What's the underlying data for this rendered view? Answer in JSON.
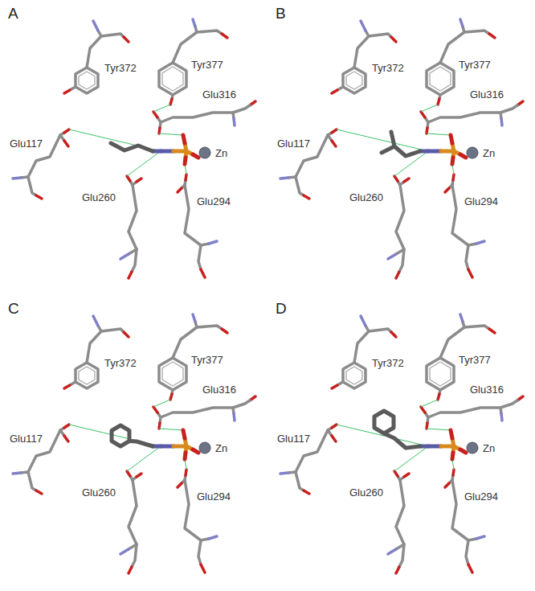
{
  "diagram": {
    "labels": [
      "A",
      "Tyr372",
      "Tyr377",
      "Glu316",
      "Glu117",
      "Zn",
      "Glu260",
      "Glu294",
      "B",
      "Tyr372",
      "Tyr377",
      "Glu316",
      "Glu117",
      "Zn",
      "Glu260",
      "Glu294",
      "C",
      "Tyr372",
      "Tyr377",
      "Glu316",
      "Glu117",
      "Zn",
      "Glu260",
      "Glu294",
      "D",
      "Tyr372",
      "Tyr377",
      "Glu316",
      "Glu117",
      "Zn",
      "Glu260",
      "Glu294"
    ]
  }
}
